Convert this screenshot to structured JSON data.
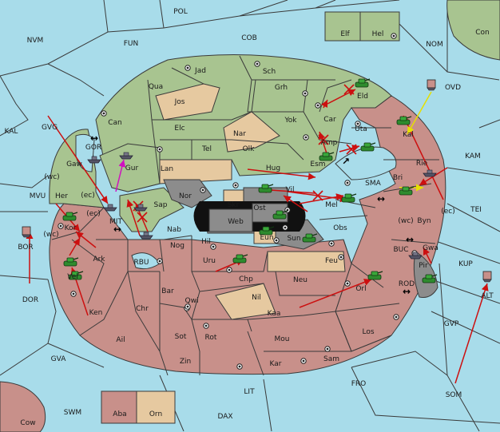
{
  "colors": {
    "sea": "#a8dcea",
    "green_power": "#a8c490",
    "red_power": "#c8908a",
    "neutral": "#e6c9a0",
    "grey": "#8c8c8c",
    "order_red": "#cc1010",
    "order_yellow": "#e6e000",
    "order_magenta": "#d010c0"
  },
  "regions": [
    {
      "name": "POL"
    },
    {
      "name": "NVM"
    },
    {
      "name": "FUN"
    },
    {
      "name": "COB"
    },
    {
      "name": "NOM"
    },
    {
      "name": "Con"
    },
    {
      "name": "Elf"
    },
    {
      "name": "Hel"
    },
    {
      "name": "OVD"
    },
    {
      "name": "KAL"
    },
    {
      "name": "GVG"
    },
    {
      "name": "Can"
    },
    {
      "name": "Qua"
    },
    {
      "name": "Jad"
    },
    {
      "name": "Sch"
    },
    {
      "name": "Jos"
    },
    {
      "name": "Grh"
    },
    {
      "name": "Eld"
    },
    {
      "name": "Yok"
    },
    {
      "name": "Car"
    },
    {
      "name": "Elc"
    },
    {
      "name": "Nar"
    },
    {
      "name": "Uta"
    },
    {
      "name": "Kal"
    },
    {
      "name": "KAM"
    },
    {
      "name": "Tel"
    },
    {
      "name": "Olk"
    },
    {
      "name": "Amp"
    },
    {
      "name": "GOR"
    },
    {
      "name": "Gaw"
    },
    {
      "name": "Gur"
    },
    {
      "name": "Lan"
    },
    {
      "name": "Hug"
    },
    {
      "name": "Esm"
    },
    {
      "name": "Rie"
    },
    {
      "name": "Bri"
    },
    {
      "name": "SMA"
    },
    {
      "name": "MVU"
    },
    {
      "name": "Her"
    },
    {
      "name": "Nor"
    },
    {
      "name": "Skr"
    },
    {
      "name": "Vil"
    },
    {
      "name": "Mel"
    },
    {
      "name": "TEI"
    },
    {
      "name": "Sap"
    },
    {
      "name": "Ost"
    },
    {
      "name": "Web"
    },
    {
      "name": "Byn"
    },
    {
      "name": "MIT"
    },
    {
      "name": "Kor"
    },
    {
      "name": "Nab"
    },
    {
      "name": "Obs"
    },
    {
      "name": "BOR"
    },
    {
      "name": "Eun"
    },
    {
      "name": "Sun"
    },
    {
      "name": "Gwa"
    },
    {
      "name": "Hil"
    },
    {
      "name": "Nog"
    },
    {
      "name": "Ark"
    },
    {
      "name": "RBU"
    },
    {
      "name": "Uru"
    },
    {
      "name": "Feu"
    },
    {
      "name": "BUC"
    },
    {
      "name": "Pir"
    },
    {
      "name": "KUP"
    },
    {
      "name": "Vel"
    },
    {
      "name": "Chp"
    },
    {
      "name": "Neu"
    },
    {
      "name": "ROD"
    },
    {
      "name": "DOR"
    },
    {
      "name": "Bar"
    },
    {
      "name": "Qwi"
    },
    {
      "name": "Orl"
    },
    {
      "name": "ALT"
    },
    {
      "name": "Ken"
    },
    {
      "name": "Nil"
    },
    {
      "name": "Chr"
    },
    {
      "name": "Kaa"
    },
    {
      "name": "GVP"
    },
    {
      "name": "Los"
    },
    {
      "name": "Sot"
    },
    {
      "name": "Rot"
    },
    {
      "name": "Ail"
    },
    {
      "name": "Mou"
    },
    {
      "name": "GVA"
    },
    {
      "name": "Zin"
    },
    {
      "name": "Sam"
    },
    {
      "name": "Kar"
    },
    {
      "name": "FRO"
    },
    {
      "name": "LIT"
    },
    {
      "name": "SOM"
    },
    {
      "name": "SWM"
    },
    {
      "name": "Aba"
    },
    {
      "name": "Orn"
    },
    {
      "name": "DAX"
    },
    {
      "name": "Cow"
    }
  ],
  "coast_tags": [
    "(wc)",
    "(ec)",
    "(ec)",
    "(wc)",
    "(wc)",
    "(ec)"
  ],
  "arrow_symbols": [
    "↔",
    "↔",
    "↔",
    "↔",
    "↔",
    "↗"
  ]
}
